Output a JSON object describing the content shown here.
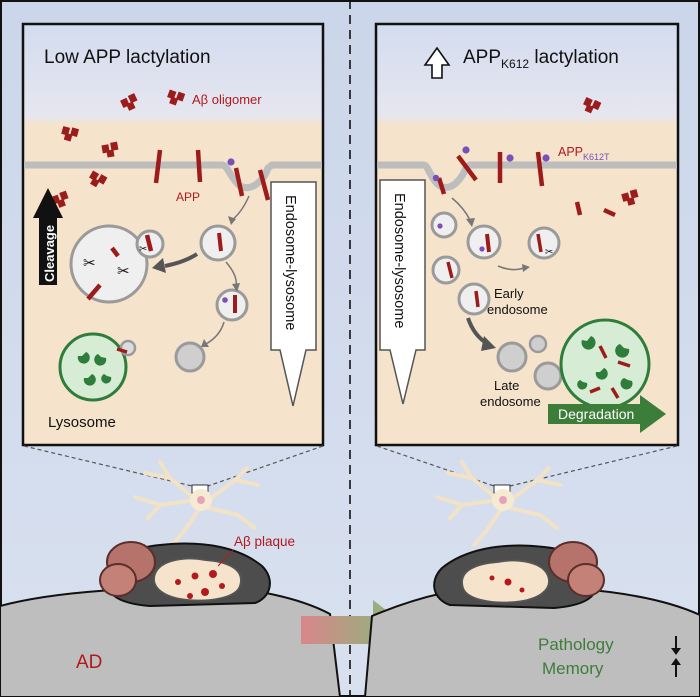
{
  "left_panel": {
    "title": "Low APP lactylation",
    "ab_oligomer": "Aβ oligomer",
    "app": "APP",
    "cleavage": "Cleavage",
    "endosome_lysosome": "Endosome-lysosome",
    "lysosome": "Lysosome",
    "disease_label": "AD",
    "ab_plaque": "Aβ plaque"
  },
  "right_panel": {
    "title_main": "APP",
    "title_sub": "K612",
    "title_tail": " lactylation",
    "app_mut_main": "APP",
    "app_mut_sub": "K612T",
    "endosome_lysosome": "Endosome-lysosome",
    "early_endosome_1": "Early",
    "early_endosome_2": "endosome",
    "late_endosome_1": "Late",
    "late_endosome_2": "endosome",
    "degradation": "Degradation",
    "pathology": "Pathology",
    "memory": "Memory"
  },
  "colors": {
    "background": "#cfd9ea",
    "cytoplasm": "#f5e3cc",
    "membrane": "#c8c8c8",
    "app_red": "#9c1c1c",
    "lysosome_green": "#2f7d3a",
    "lysosome_fill": "#d6ecd4",
    "lactyl_purple": "#7b4fb6",
    "text_red": "#b3191c",
    "text_green": "#3d7d3a"
  }
}
